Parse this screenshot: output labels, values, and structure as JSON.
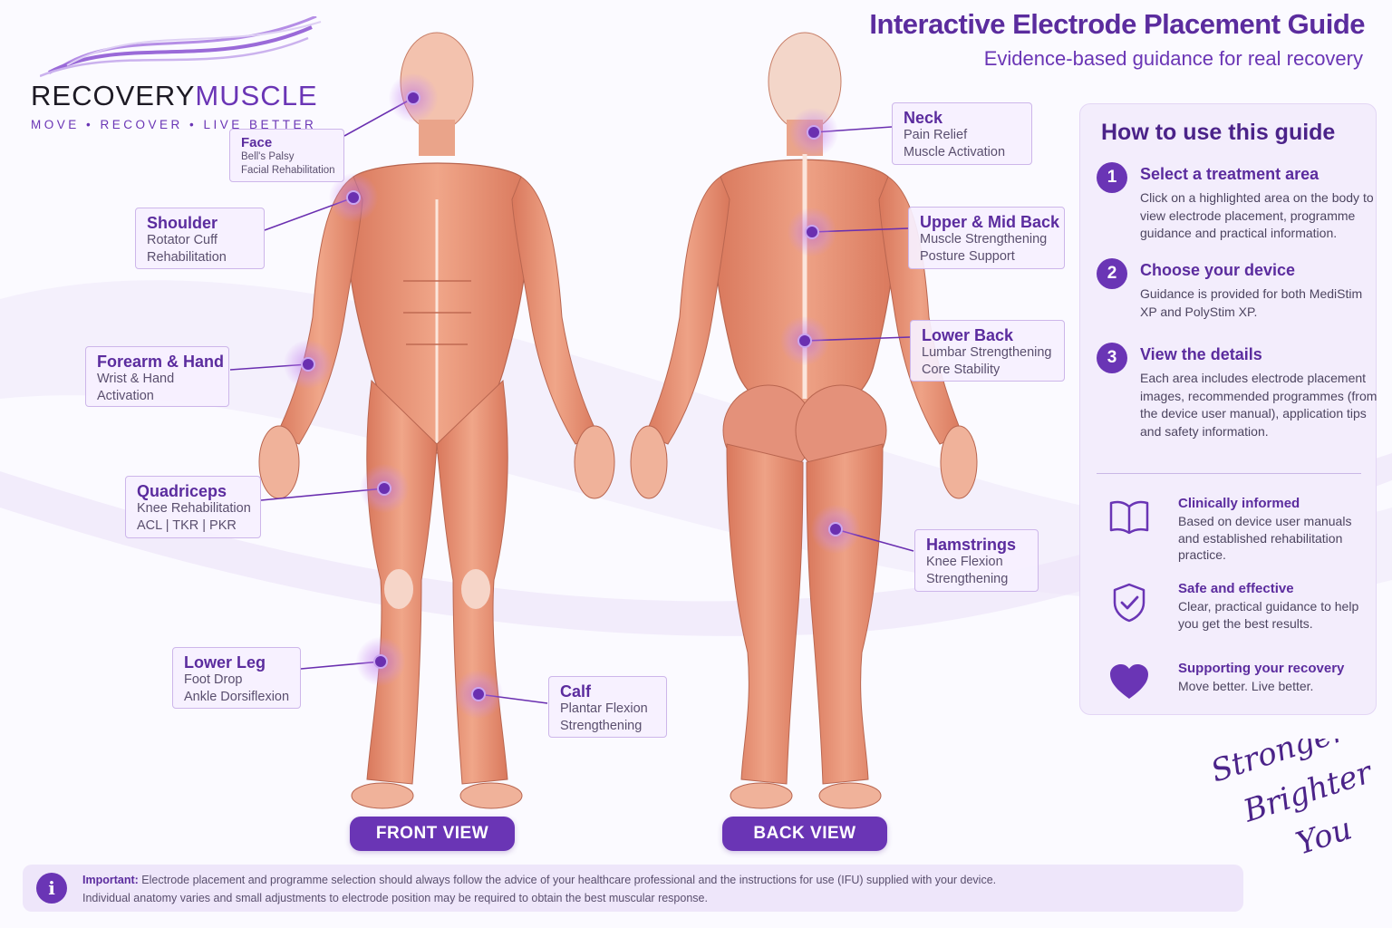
{
  "brand": {
    "name_part1": "RECOVERY",
    "name_part2": "MUSCLE",
    "tagline": "MOVE  •  RECOVER  •  LIVE BETTER"
  },
  "header": {
    "title": "Interactive Electrode Placement Guide",
    "subtitle": "Evidence-based guidance for real recovery"
  },
  "front_areas": [
    {
      "id": "face",
      "title": "Face",
      "lines": [
        "Bell's Palsy",
        "Facial Rehabilitation"
      ]
    },
    {
      "id": "shoulder",
      "title": "Shoulder",
      "lines": [
        "Rotator Cuff",
        "Rehabilitation"
      ]
    },
    {
      "id": "forearm",
      "title": "Forearm & Hand",
      "lines": [
        "Wrist & Hand",
        "Activation"
      ]
    },
    {
      "id": "quadriceps",
      "title": "Quadriceps",
      "lines": [
        "Knee Rehabilitation",
        "ACL | TKR | PKR"
      ]
    },
    {
      "id": "lower-leg",
      "title": "Lower Leg",
      "lines": [
        "Foot Drop",
        "Ankle Dorsiflexion"
      ]
    },
    {
      "id": "calf",
      "title": "Calf",
      "lines": [
        "Plantar Flexion",
        "Strengthening"
      ]
    }
  ],
  "back_areas": [
    {
      "id": "neck",
      "title": "Neck",
      "lines": [
        "Pain Relief",
        "Muscle Activation"
      ]
    },
    {
      "id": "upper-mid-back",
      "title": "Upper & Mid Back",
      "lines": [
        "Muscle Strengthening",
        "Posture Support"
      ]
    },
    {
      "id": "lower-back",
      "title": "Lower Back",
      "lines": [
        "Lumbar Strengthening",
        "Core Stability"
      ]
    },
    {
      "id": "hamstrings",
      "title": "Hamstrings",
      "lines": [
        "Knee Flexion",
        "Strengthening"
      ]
    }
  ],
  "views": {
    "front_label": "FRONT VIEW",
    "back_label": "BACK VIEW"
  },
  "guide": {
    "title": "How to use this guide",
    "steps": [
      {
        "num": "1",
        "title": "Select a treatment area",
        "text": "Click on a highlighted area on the body to view electrode placement, programme guidance and practical information."
      },
      {
        "num": "2",
        "title": "Choose your device",
        "text": "Guidance is provided for both MediStim XP and PolyStim XP."
      },
      {
        "num": "3",
        "title": "View the details",
        "text": "Each area includes electrode placement images, recommended programmes (from the device user manual), application tips and safety information."
      }
    ],
    "features": [
      {
        "icon": "book-icon",
        "title": "Clinically informed",
        "text": "Based on device user manuals and established rehabilitation practice."
      },
      {
        "icon": "shield-check-icon",
        "title": "Safe and effective",
        "text": "Clear, practical guidance to help you get the best results."
      },
      {
        "icon": "heart-icon",
        "title": "Supporting your recovery",
        "text": "Move better. Live better."
      }
    ]
  },
  "signature": {
    "line1": "Stronger",
    "line2": "Brighter",
    "line3": "You"
  },
  "notice": {
    "icon_letter": "i",
    "label": "Important:",
    "line1": " Electrode placement and programme selection should always follow the advice of your healthcare professional and the instructions for use (IFU) supplied with your device.",
    "line2": "Individual anatomy varies and small adjustments to electrode position may be required to obtain the best muscular response."
  },
  "colors": {
    "accent": "#6a35b5",
    "title": "#5b2c9e",
    "muscle": "#e8957a",
    "panel_bg": "#f3edfc"
  }
}
